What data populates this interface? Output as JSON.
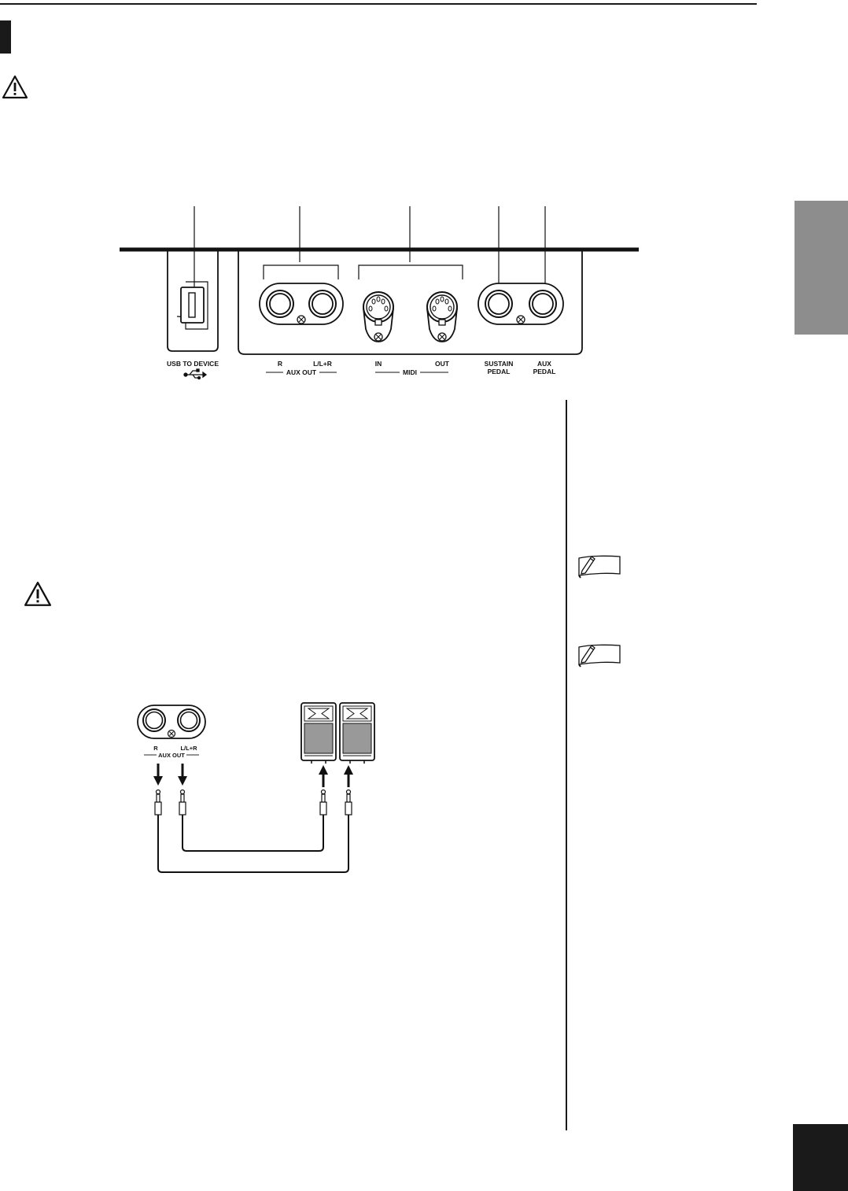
{
  "panel": {
    "usb_label": "USB TO DEVICE",
    "aux_out": {
      "r": "R",
      "lr": "L/L+R",
      "group": "AUX OUT"
    },
    "midi": {
      "in": "IN",
      "out": "OUT",
      "group": "MIDI"
    },
    "sustain": [
      "SUSTAIN",
      "PEDAL"
    ],
    "aux_pedal": [
      "AUX",
      "PEDAL"
    ]
  },
  "connection": {
    "aux_out": {
      "r": "R",
      "lr": "L/L+R",
      "group": "AUX OUT"
    }
  },
  "icons": [
    "warning-icon",
    "usb-icon",
    "note-icon",
    "speaker-icon",
    "arrow-icon",
    "phone-plug-icon"
  ]
}
